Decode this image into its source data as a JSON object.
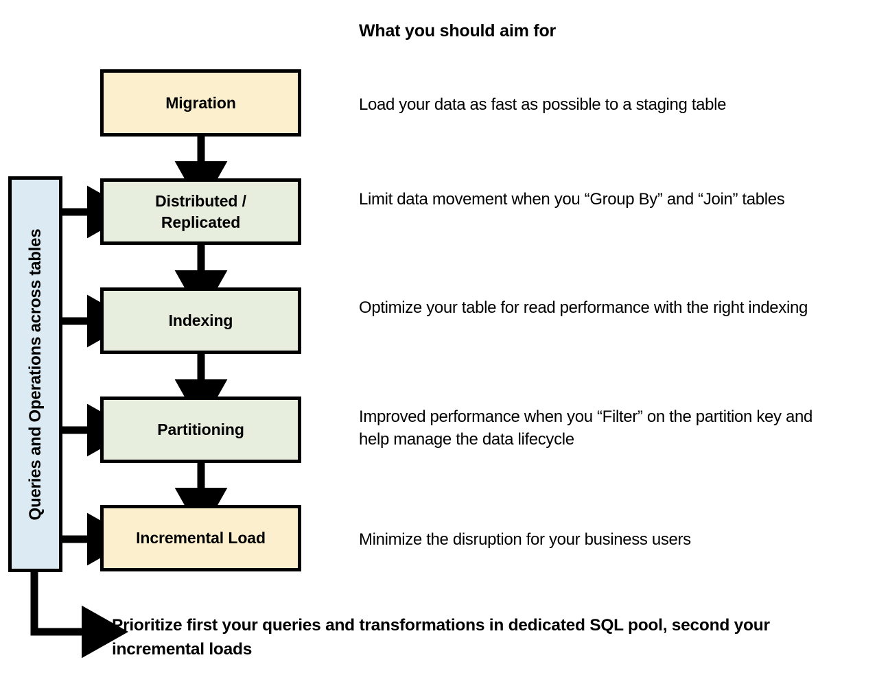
{
  "header": {
    "title": "What you should aim for"
  },
  "sidebar": {
    "label": "Queries and Operations across tables",
    "fill_color": "#DCEAF3"
  },
  "flow": {
    "stages": [
      {
        "name": "migration",
        "label": "Migration",
        "fill_color": "#FCEFCD",
        "description": "Load your data as fast as possible to a staging table"
      },
      {
        "name": "distributed-replicated",
        "label": "Distributed /\nReplicated",
        "fill_color": "#E7EEDD",
        "description": "Limit data movement when you “Group By” and “Join” tables"
      },
      {
        "name": "indexing",
        "label": "Indexing",
        "fill_color": "#E7EEDD",
        "description": "Optimize your table for read performance with the right indexing"
      },
      {
        "name": "partitioning",
        "label": "Partitioning",
        "fill_color": "#E7EEDD",
        "description": "Improved performance when you “Filter” on the partition key and help manage the data lifecycle"
      },
      {
        "name": "incremental-load",
        "label": "Incremental Load",
        "fill_color": "#FCEFCD",
        "description": "Minimize the disruption for your business users"
      }
    ]
  },
  "conclusion": {
    "text": "Prioritize first your queries and transformations in dedicated SQL pool, second your incremental loads"
  },
  "theme": {
    "stroke_color": "#000000",
    "background": "#FFFFFF"
  }
}
